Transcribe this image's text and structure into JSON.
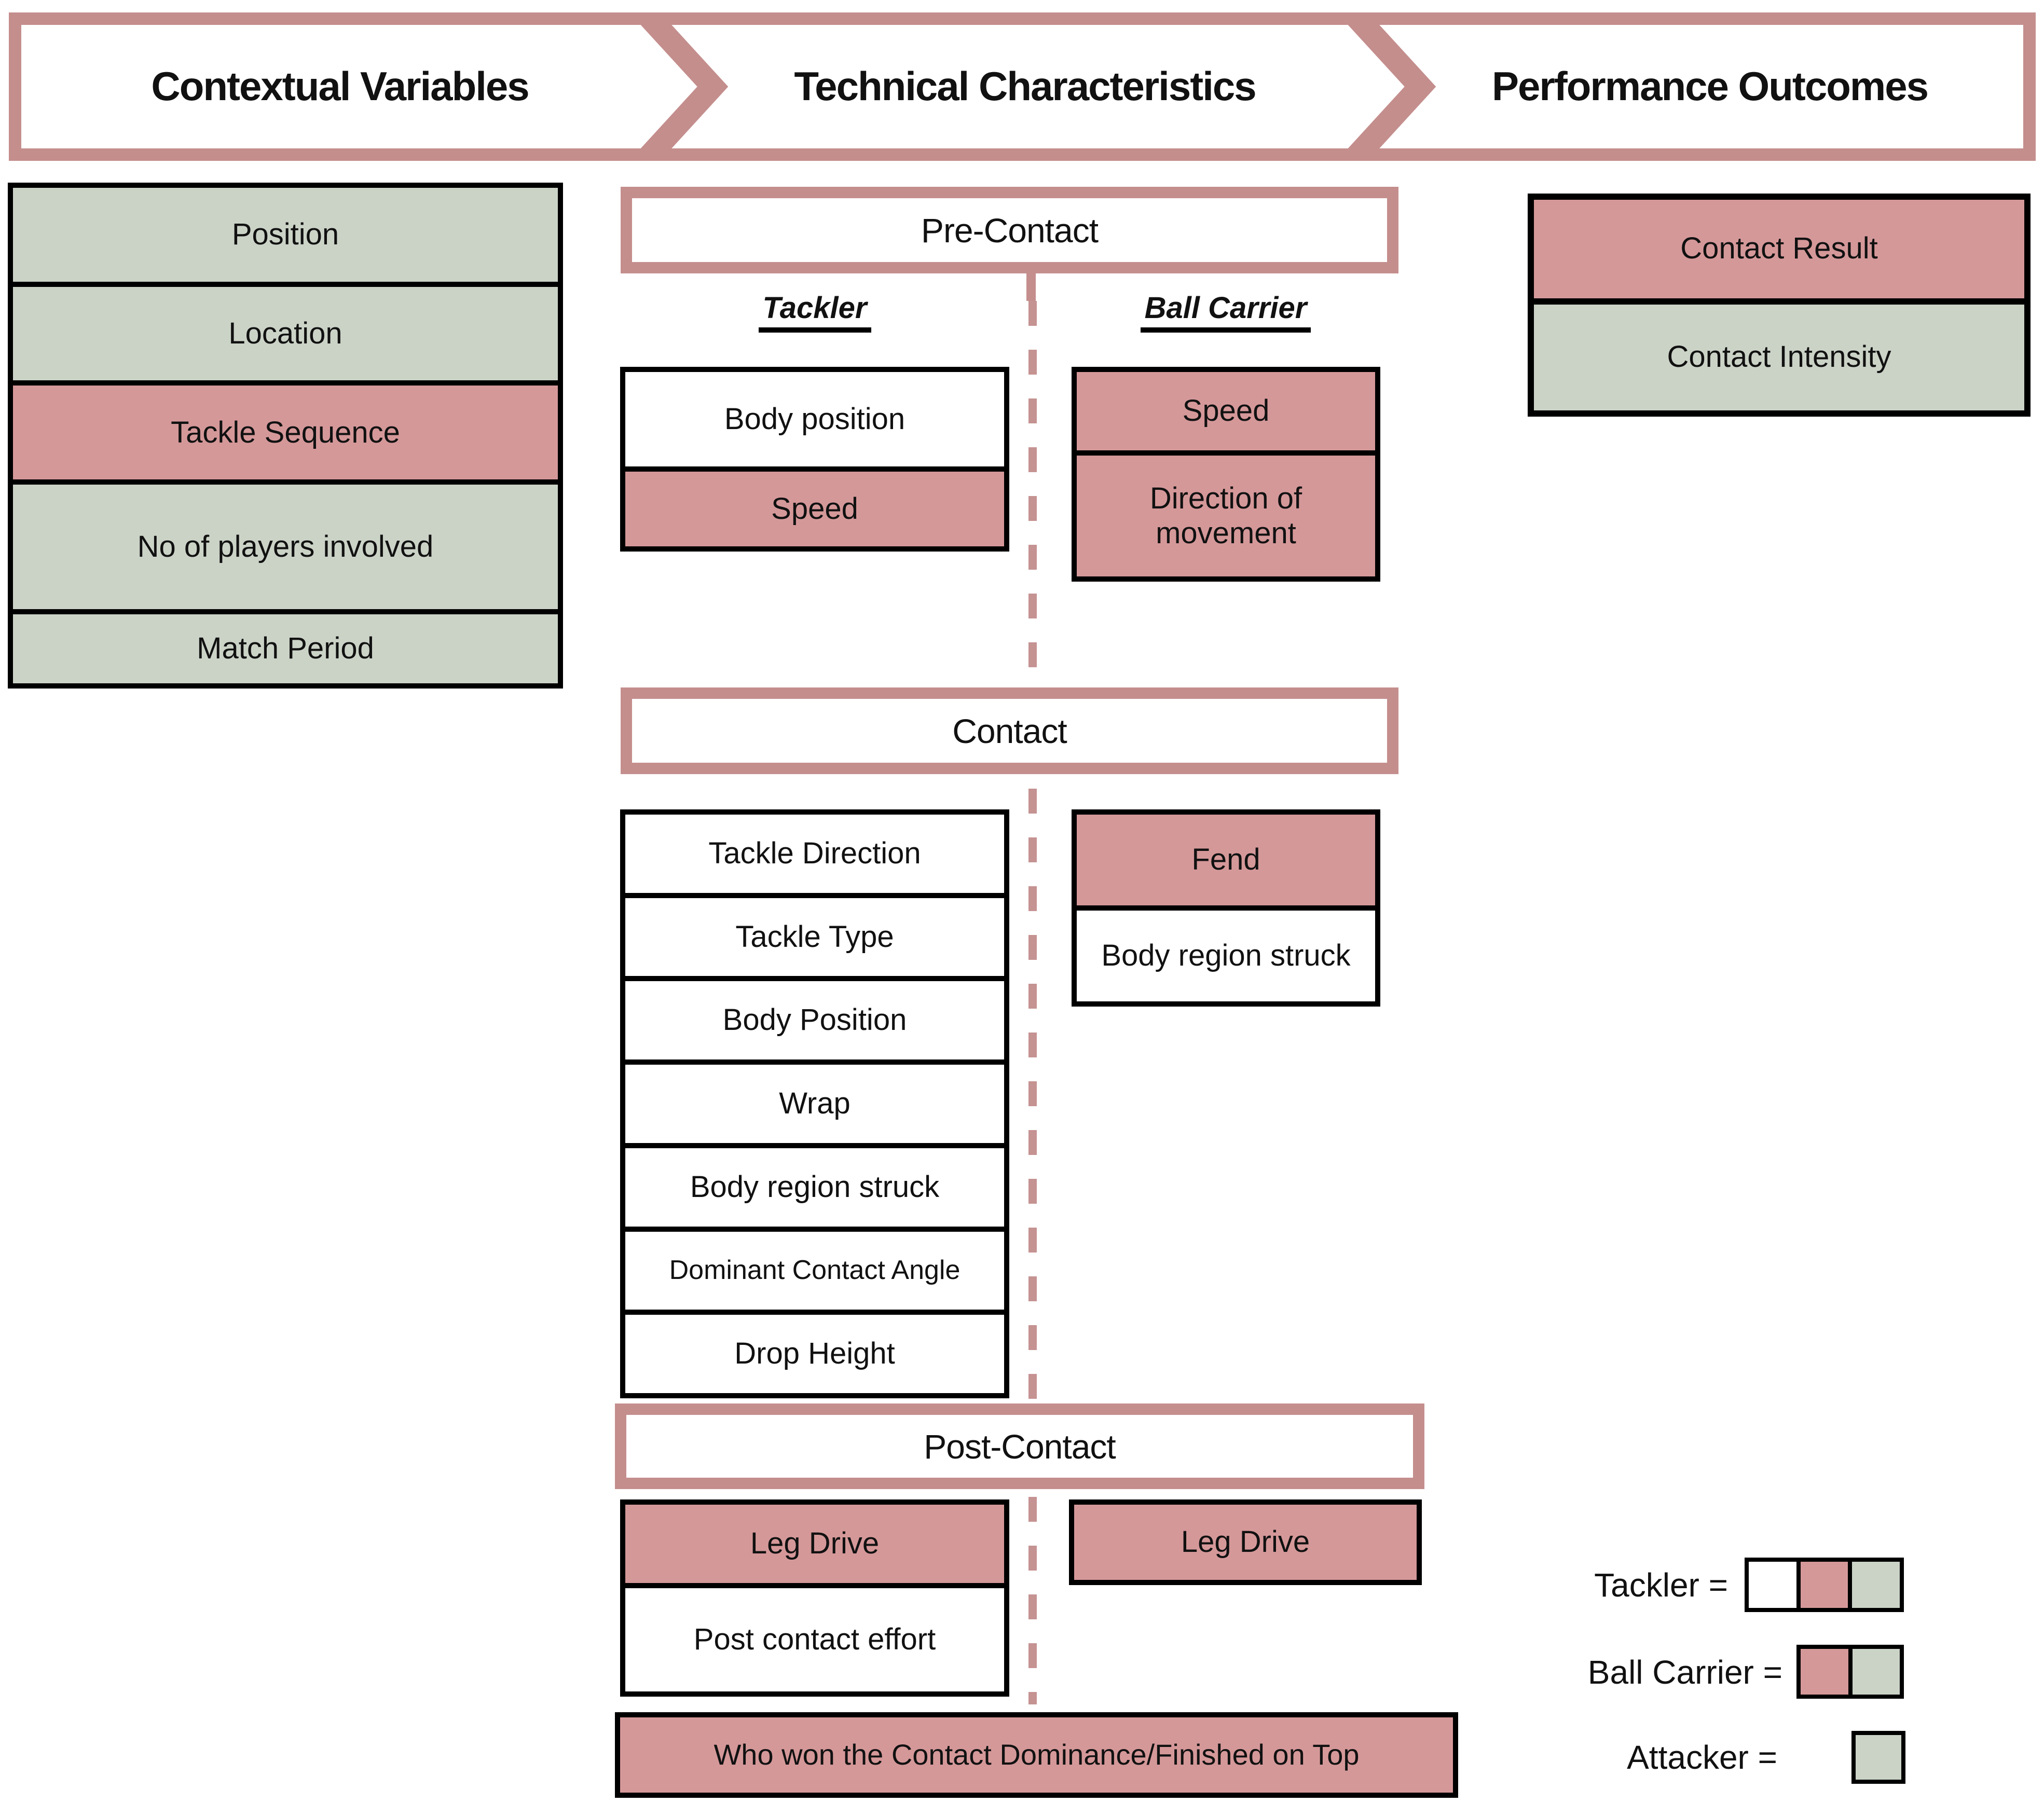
{
  "chevrons": [
    {
      "label": "Contextual Variables"
    },
    {
      "label": "Technical Characteristics"
    },
    {
      "label": "Performance Outcomes"
    }
  ],
  "contextual": {
    "items": [
      {
        "label": "Position",
        "variant": "green"
      },
      {
        "label": "Location",
        "variant": "green"
      },
      {
        "label": "Tackle Sequence",
        "variant": "pink"
      },
      {
        "label": "No of players involved",
        "variant": "green"
      },
      {
        "label": "Match Period",
        "variant": "green"
      }
    ]
  },
  "outcomes": {
    "items": [
      {
        "label": "Contact Result",
        "variant": "pink"
      },
      {
        "label": "Contact Intensity",
        "variant": "green"
      }
    ]
  },
  "phases": {
    "pre": {
      "title": "Pre-Contact",
      "tackler_label": "Tackler",
      "ball_carrier_label": "Ball Carrier",
      "tackler_items": [
        {
          "label": "Body position",
          "variant": "white"
        },
        {
          "label": "Speed",
          "variant": "pink"
        }
      ],
      "ball_carrier_items": [
        {
          "label": "Speed",
          "variant": "pink"
        },
        {
          "label": "Direction of movement",
          "variant": "pink"
        }
      ]
    },
    "contact": {
      "title": "Contact",
      "tackler_items": [
        {
          "label": "Tackle Direction",
          "variant": "white"
        },
        {
          "label": "Tackle Type",
          "variant": "white"
        },
        {
          "label": "Body Position",
          "variant": "white"
        },
        {
          "label": "Wrap",
          "variant": "white"
        },
        {
          "label": "Body region struck",
          "variant": "white"
        },
        {
          "label": "Dominant Contact Angle",
          "variant": "white"
        },
        {
          "label": "Drop Height",
          "variant": "white"
        }
      ],
      "ball_carrier_items": [
        {
          "label": "Fend",
          "variant": "pink"
        },
        {
          "label": "Body region struck",
          "variant": "white"
        }
      ]
    },
    "post": {
      "title": "Post-Contact",
      "tackler_items": [
        {
          "label": "Leg Drive",
          "variant": "pink"
        },
        {
          "label": "Post contact effort",
          "variant": "white"
        }
      ],
      "ball_carrier_items": [
        {
          "label": "Leg Drive",
          "variant": "pink"
        }
      ]
    },
    "summary": {
      "label": "Who won the Contact Dominance/Finished on Top",
      "variant": "pink"
    }
  },
  "legend": {
    "items": [
      {
        "label": "Tackler =",
        "swatches": [
          "white",
          "pink",
          "green"
        ]
      },
      {
        "label": "Ball Carrier =",
        "swatches": [
          "pink",
          "green"
        ]
      },
      {
        "label": "Attacker =",
        "swatches": [
          "green"
        ]
      }
    ]
  },
  "colors": {
    "pink": "#d59899",
    "green": "#cbd3c7",
    "frame": "#c48e8d",
    "dash": "#c59392"
  }
}
